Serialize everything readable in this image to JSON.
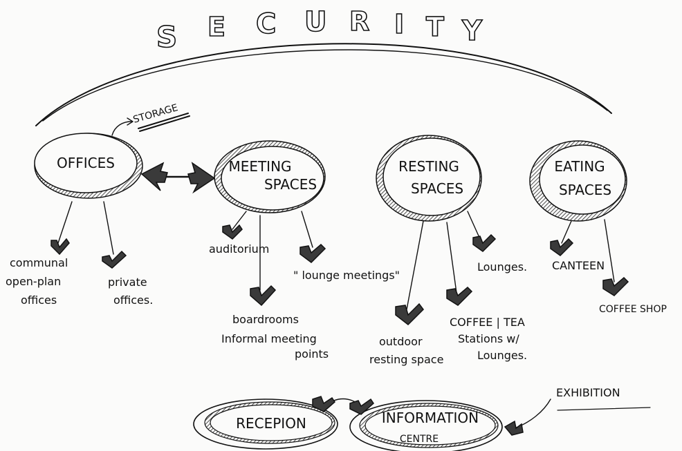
{
  "title": {
    "letters": [
      "S",
      "E",
      "C",
      "U",
      "R",
      "I",
      "T",
      "Y"
    ]
  },
  "storage": "STORAGE",
  "nodes": {
    "offices": "OFFICES",
    "meeting_line1": "MEETING",
    "meeting_line2": "SPACES",
    "resting_line1": "RESTING",
    "resting_line2": "SPACES",
    "eating_line1": "EATING",
    "eating_line2": "SPACES",
    "reception": "RECEPION",
    "information_line1": "INFORMATION",
    "information_line2": "CENTRE",
    "exhibition": "EXHIBITION"
  },
  "items": {
    "communal_line1": "communal",
    "communal_line2": "open-plan",
    "communal_line3": "offices",
    "private_line1": "private",
    "private_line2": "offices.",
    "auditorium": "auditorium",
    "lounge_meetings": "\" lounge meetings\"",
    "boardrooms": "boardrooms",
    "informal_line1": "Informal meeting",
    "informal_line2": "points",
    "outdoor_line1": "outdoor",
    "outdoor_line2": "resting space",
    "coffee_line1": "COFFEE | TEA",
    "coffee_line2": "Stations w/",
    "coffee_line3": "Lounges.",
    "lounges": "Lounges.",
    "canteen": "CANTEEN",
    "coffee_shop": "COFFEE SHOP"
  },
  "colors": {
    "ink": "#111111",
    "paper": "#fbfbfa",
    "hatch": "#3a3a3a"
  }
}
